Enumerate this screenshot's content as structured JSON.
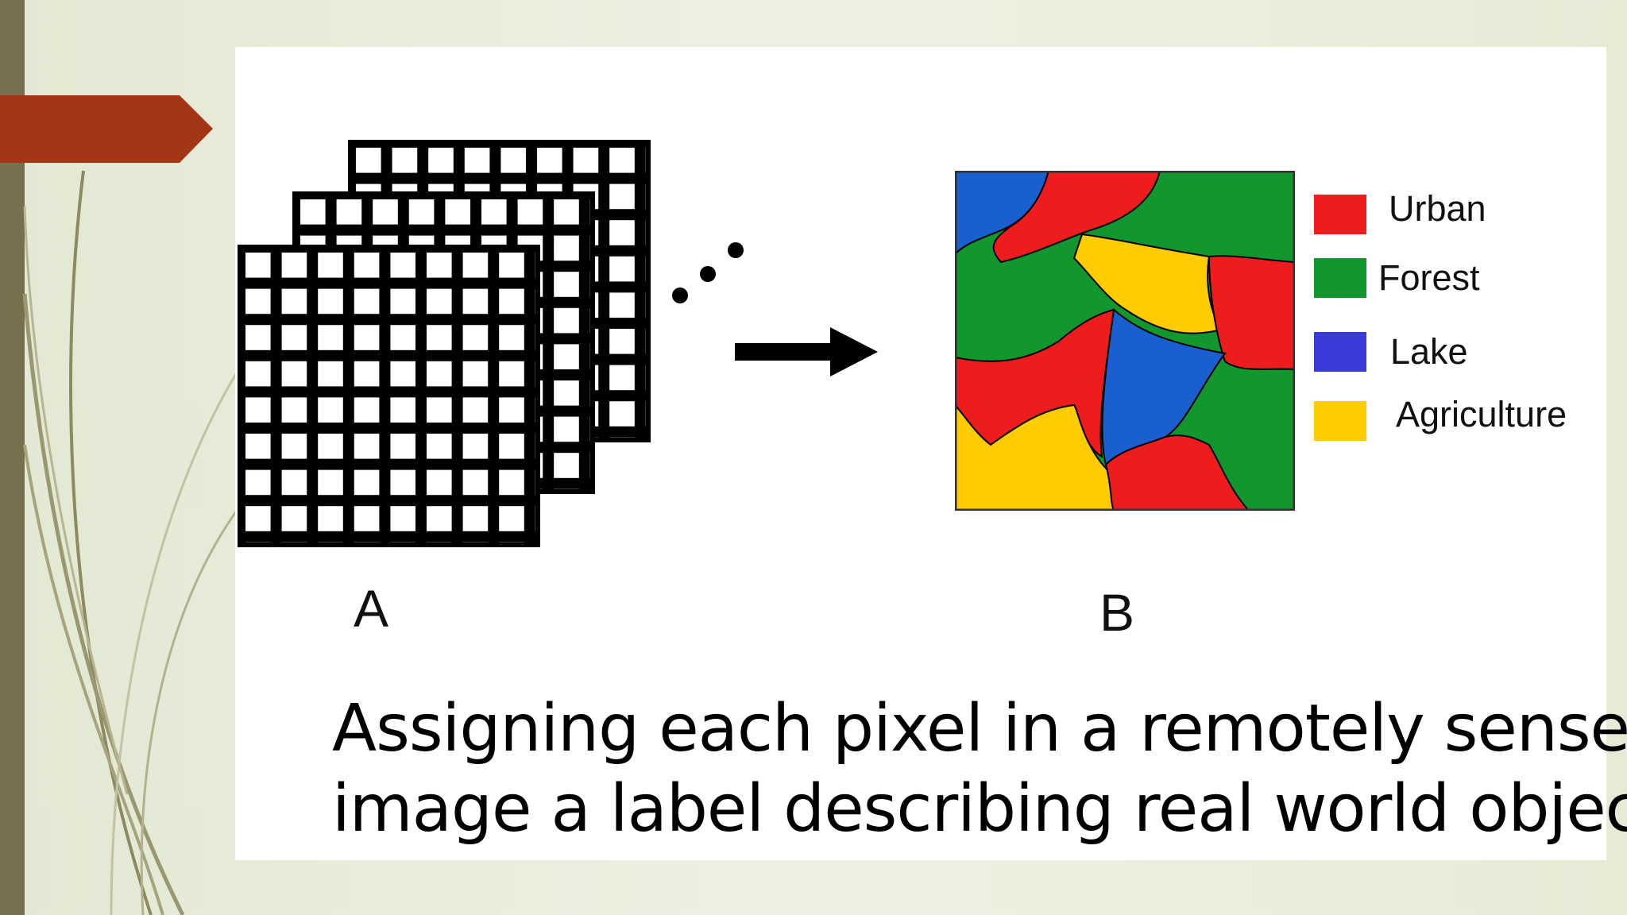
{
  "colors": {
    "urban": "#ee1c1c",
    "forest": "#12962e",
    "lake": "#1a5fd0",
    "agriculture": "#ffcc00",
    "accent": "#a33614",
    "sidebar": "#77704f"
  },
  "diagram": {
    "label_a": "A",
    "label_b": "B",
    "stack_icon": "stacked-pixel-grid-icon",
    "arrow_icon": "right-arrow-icon",
    "legend": [
      {
        "label": "Urban",
        "class": "urban"
      },
      {
        "label": "Forest",
        "class": "forest"
      },
      {
        "label": "Lake",
        "class": "lake"
      },
      {
        "label": "Agriculture",
        "class": "agriculture"
      }
    ]
  },
  "caption": {
    "line1": "Assigning each pixel in a remotely sensed",
    "line2": "image a label describing real world object"
  }
}
